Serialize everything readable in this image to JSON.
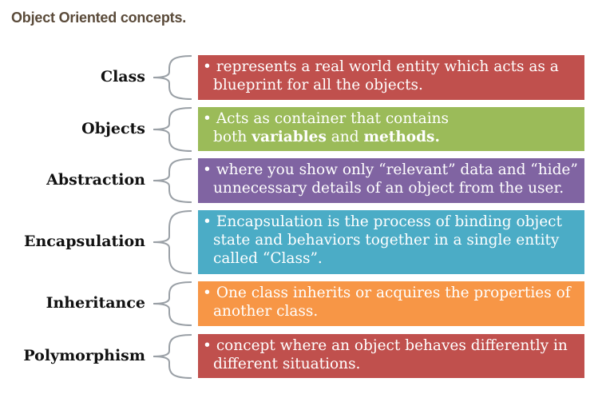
{
  "title": "Object Oriented concepts.",
  "concepts": [
    {
      "label": "Class",
      "color": "#c0504d",
      "bullet": "•",
      "line1": "represents a real world entity which acts as a",
      "line2": "blueprint for all the objects.",
      "line3": ""
    },
    {
      "label": "Objects",
      "color": "#9bbb59",
      "bullet": "•",
      "line1": "Acts as container that contains",
      "line2_pre": "both ",
      "line2_b1": "variables",
      "line2_mid": " and ",
      "line2_b2": "methods."
    },
    {
      "label": "Abstraction",
      "color": "#8064a2",
      "bullet": "•",
      "line1": "where you show only “relevant” data and “hide”",
      "line2": "unnecessary details of an object from the user.",
      "line3": ""
    },
    {
      "label": "Encapsulation",
      "color": "#4bacc6",
      "bullet": "•",
      "line1": "Encapsulation is the process of binding object",
      "line2": "state and behaviors together in a single entity",
      "line3": "called “Class”."
    },
    {
      "label": "Inheritance",
      "color": "#f79646",
      "bullet": "•",
      "line1": "One class inherits or acquires the properties of",
      "line2": "another class.",
      "line3": ""
    },
    {
      "label": "Polymorphism",
      "color": "#c0504d",
      "bullet": "•",
      "line1": "concept where an object behaves differently in",
      "line2": "different situations.",
      "line3": ""
    }
  ]
}
